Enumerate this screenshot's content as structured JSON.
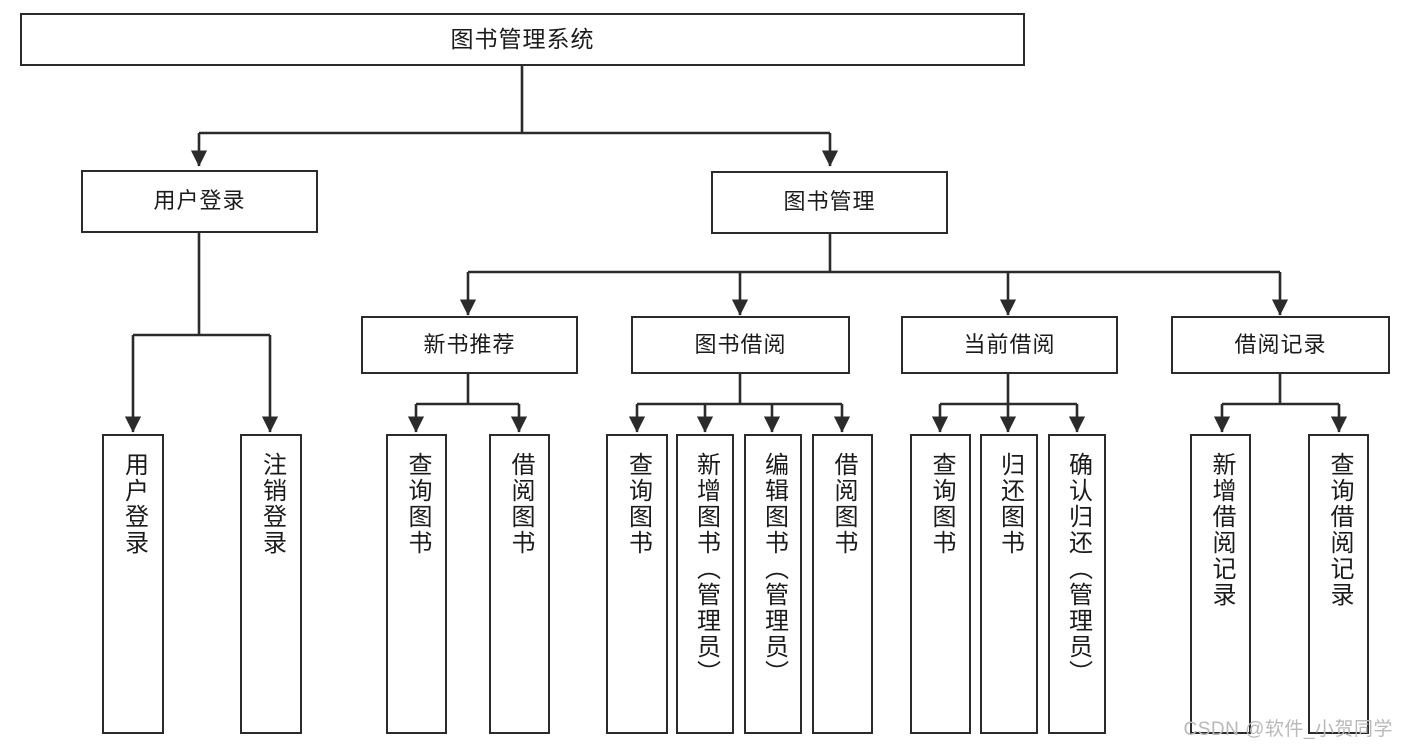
{
  "diagram": {
    "type": "tree",
    "title": "图书管理系统",
    "watermark": "CSDN @软件_小贺同学",
    "colors": {
      "stroke": "#2b2b2b",
      "fill": "#ffffff",
      "text": "#1b1b1b",
      "watermark": "#b9b9b9"
    },
    "levels": {
      "root": "图书管理系统",
      "level2": [
        "用户登录",
        "图书管理"
      ],
      "level3": [
        "新书推荐",
        "图书借阅",
        "当前借阅",
        "借阅记录"
      ]
    },
    "nodes": {
      "root": {
        "label": "图书管理系统"
      },
      "user_login": {
        "label": "用户登录"
      },
      "book_manage": {
        "label": "图书管理"
      },
      "new_book_rec": {
        "label": "新书推荐"
      },
      "book_borrow": {
        "label": "图书借阅"
      },
      "current_borrow": {
        "label": "当前借阅"
      },
      "borrow_record": {
        "label": "借阅记录"
      },
      "leaf_user_login": {
        "label": "用户登录"
      },
      "leaf_logout": {
        "label": "注销登录"
      },
      "leaf_query_book_a": {
        "label": "查询图书"
      },
      "leaf_borrow_book_a": {
        "label": "借阅图书"
      },
      "leaf_query_book_b": {
        "label": "查询图书"
      },
      "leaf_add_book": {
        "label": "新增图书（管理员）"
      },
      "leaf_edit_book": {
        "label": "编辑图书（管理员）"
      },
      "leaf_borrow_book_b": {
        "label": "借阅图书"
      },
      "leaf_query_book_c": {
        "label": "查询图书"
      },
      "leaf_return_book": {
        "label": "归还图书"
      },
      "leaf_confirm_return": {
        "label": "确认归还（管理员）"
      },
      "leaf_add_record": {
        "label": "新增借阅记录"
      },
      "leaf_query_record": {
        "label": "查询借阅记录"
      }
    },
    "edges": [
      {
        "from": "root",
        "to": "user_login"
      },
      {
        "from": "root",
        "to": "book_manage"
      },
      {
        "from": "user_login",
        "to": "leaf_user_login"
      },
      {
        "from": "user_login",
        "to": "leaf_logout"
      },
      {
        "from": "book_manage",
        "to": "new_book_rec"
      },
      {
        "from": "book_manage",
        "to": "book_borrow"
      },
      {
        "from": "book_manage",
        "to": "current_borrow"
      },
      {
        "from": "book_manage",
        "to": "borrow_record"
      },
      {
        "from": "new_book_rec",
        "to": "leaf_query_book_a"
      },
      {
        "from": "new_book_rec",
        "to": "leaf_borrow_book_a"
      },
      {
        "from": "book_borrow",
        "to": "leaf_query_book_b"
      },
      {
        "from": "book_borrow",
        "to": "leaf_add_book"
      },
      {
        "from": "book_borrow",
        "to": "leaf_edit_book"
      },
      {
        "from": "book_borrow",
        "to": "leaf_borrow_book_b"
      },
      {
        "from": "current_borrow",
        "to": "leaf_query_book_c"
      },
      {
        "from": "current_borrow",
        "to": "leaf_return_book"
      },
      {
        "from": "current_borrow",
        "to": "leaf_confirm_return"
      },
      {
        "from": "borrow_record",
        "to": "leaf_add_record"
      },
      {
        "from": "borrow_record",
        "to": "leaf_query_record"
      }
    ]
  }
}
